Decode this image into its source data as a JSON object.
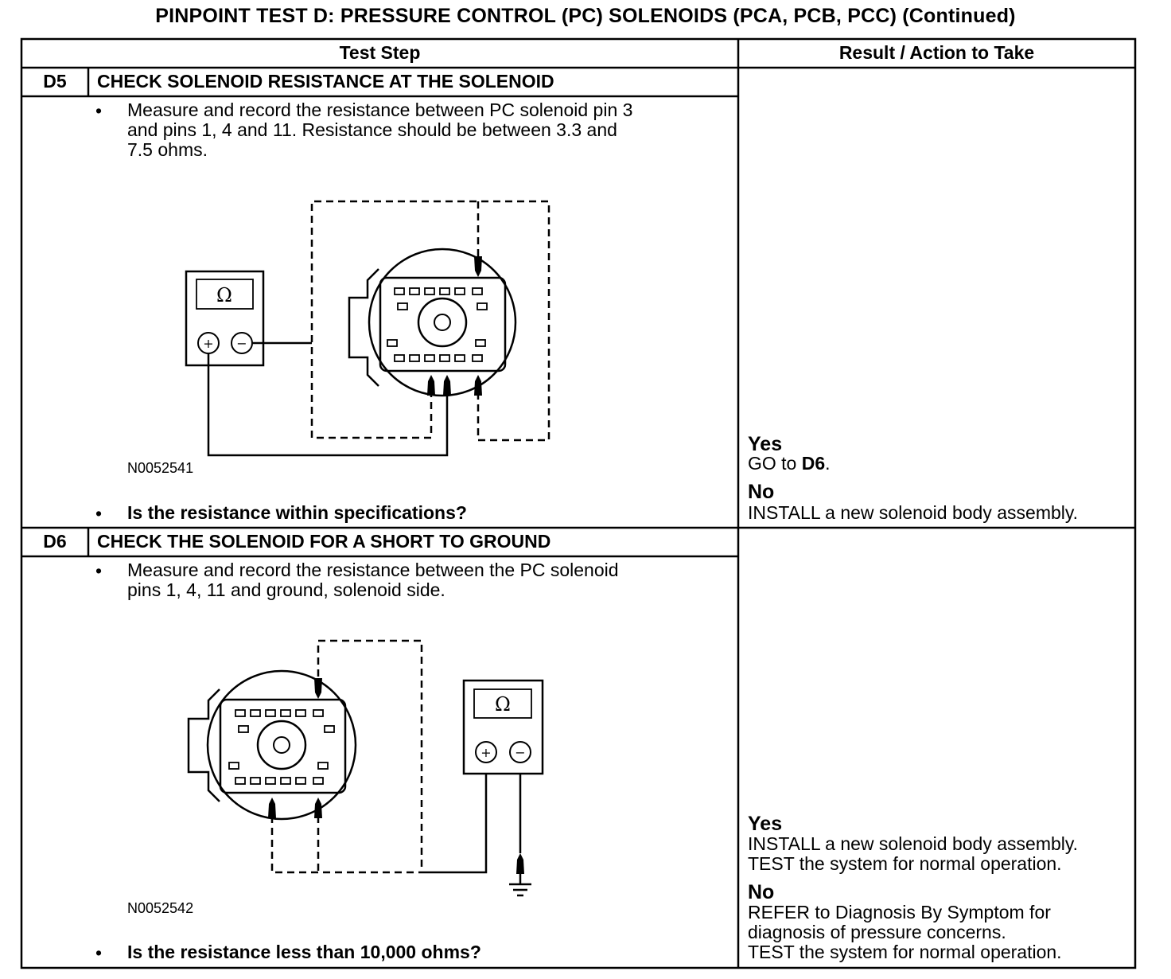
{
  "title": "PINPOINT TEST  D: PRESSURE CONTROL (PC) SOLENOIDS (PCA, PCB, PCC) (Continued)",
  "table": {
    "col_test_step": "Test Step",
    "col_result": "Result / Action to Take"
  },
  "steps": [
    {
      "id": "D5",
      "title": "CHECK SOLENOID RESISTANCE AT THE SOLENOID",
      "bullet": "•",
      "instruction_lines": [
        "Measure and record the resistance between PC solenoid pin 3",
        "and pins 1, 4 and 11. Resistance should be between 3.3 and",
        "7.5 ohms."
      ],
      "figure_id": "N0052541",
      "question": "Is the resistance within specifications?",
      "meter_symbol": "Ω",
      "plus": "+",
      "minus": "−",
      "yes_label": "Yes",
      "yes_action": [
        "GO to ",
        "D6",
        "."
      ],
      "no_label": "No",
      "no_action": [
        "INSTALL a new solenoid body assembly."
      ]
    },
    {
      "id": "D6",
      "title": "CHECK THE SOLENOID FOR A SHORT TO GROUND",
      "bullet": "•",
      "instruction_lines": [
        "Measure and record the resistance between the PC solenoid",
        "pins 1, 4, 11 and ground, solenoid side."
      ],
      "figure_id": "N0052542",
      "question": "Is the resistance less than 10,000 ohms?",
      "meter_symbol": "Ω",
      "plus": "+",
      "minus": "−",
      "yes_label": "Yes",
      "yes_action": [
        "INSTALL a new solenoid body assembly.",
        "TEST the system for normal operation."
      ],
      "no_label": "No",
      "no_action": [
        "REFER to Diagnosis By Symptom for",
        "diagnosis of pressure concerns.",
        "TEST the system for normal operation."
      ]
    }
  ]
}
